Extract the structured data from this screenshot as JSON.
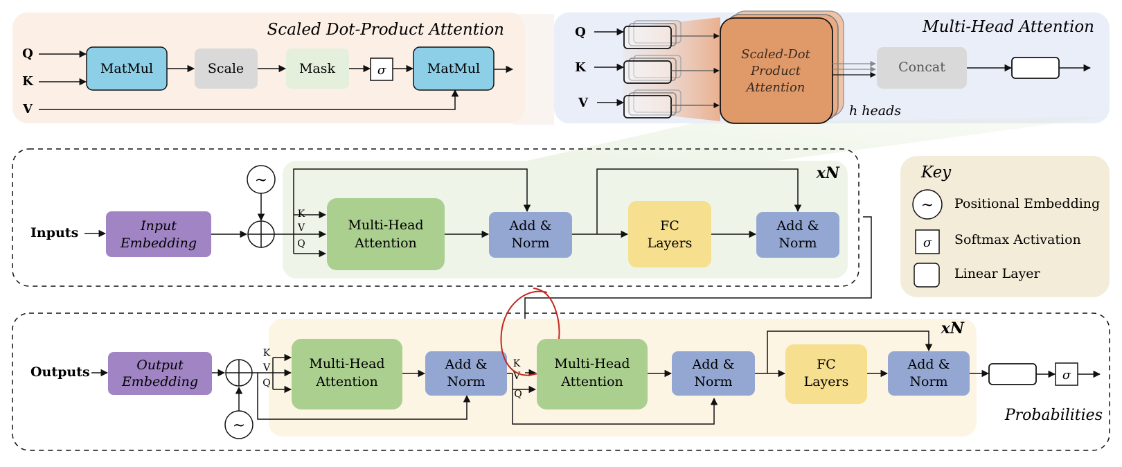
{
  "sdpa": {
    "title": "Scaled Dot-Product Attention",
    "inputs": {
      "q": "Q",
      "k": "K",
      "v": "V"
    },
    "matmul1": "MatMul",
    "scale": "Scale",
    "mask": "Mask",
    "sigma": "σ",
    "matmul2": "MatMul"
  },
  "mha": {
    "title": "Multi-Head Attention",
    "inputs": {
      "q": "Q",
      "k": "K",
      "v": "V"
    },
    "core_line1": "Scaled-Dot",
    "core_line2": "Product",
    "core_line3": "Attention",
    "heads": "h heads",
    "concat": "Concat"
  },
  "encoder": {
    "inputs_label": "Inputs",
    "embedding_line1": "Input",
    "embedding_line2": "Embedding",
    "pos_symbol": "~",
    "kvq": {
      "k": "K",
      "v": "V",
      "q": "Q"
    },
    "mha_line1": "Multi-Head",
    "mha_line2": "Attention",
    "addnorm1_line1": "Add &",
    "addnorm1_line2": "Norm",
    "fc_line1": "FC",
    "fc_line2": "Layers",
    "addnorm2_line1": "Add &",
    "addnorm2_line2": "Norm",
    "repeat": "xN"
  },
  "decoder": {
    "outputs_label": "Outputs",
    "embedding_line1": "Output",
    "embedding_line2": "Embedding",
    "pos_symbol": "~",
    "kvq1": {
      "k": "K",
      "v": "V",
      "q": "Q"
    },
    "mha1_line1": "Multi-Head",
    "mha1_line2": "Attention",
    "addnorm1_line1": "Add &",
    "addnorm1_line2": "Norm",
    "kvq2": {
      "k": "K",
      "v": "V",
      "q": "Q"
    },
    "mha2_line1": "Multi-Head",
    "mha2_line2": "Attention",
    "addnorm2_line1": "Add &",
    "addnorm2_line2": "Norm",
    "fc_line1": "FC",
    "fc_line2": "Layers",
    "addnorm3_line1": "Add &",
    "addnorm3_line2": "Norm",
    "repeat": "xN",
    "sigma": "σ",
    "probabilities": "Probabilities"
  },
  "key": {
    "title": "Key",
    "pos_symbol": "~",
    "pos_label": "Positional Embedding",
    "sigma_symbol": "σ",
    "softmax_label": "Softmax Activation",
    "linear_label": "Linear Layer"
  },
  "colors": {
    "matmul": "#8ecfe8",
    "scale": "#d9d9d9",
    "mask": "#e4efdc",
    "embedding": "#a084c4",
    "mha_block": "#aacf8f",
    "addnorm": "#94a7d2",
    "fc": "#f6df8e",
    "core": "#e09a6a",
    "encoder_bg": "#eef5e8",
    "decoder_bg": "#fdf5e4",
    "key_bg": "#f3ecd9",
    "sdpa_bg": "#fbefe6",
    "mha_bg": "#eaeef8"
  }
}
